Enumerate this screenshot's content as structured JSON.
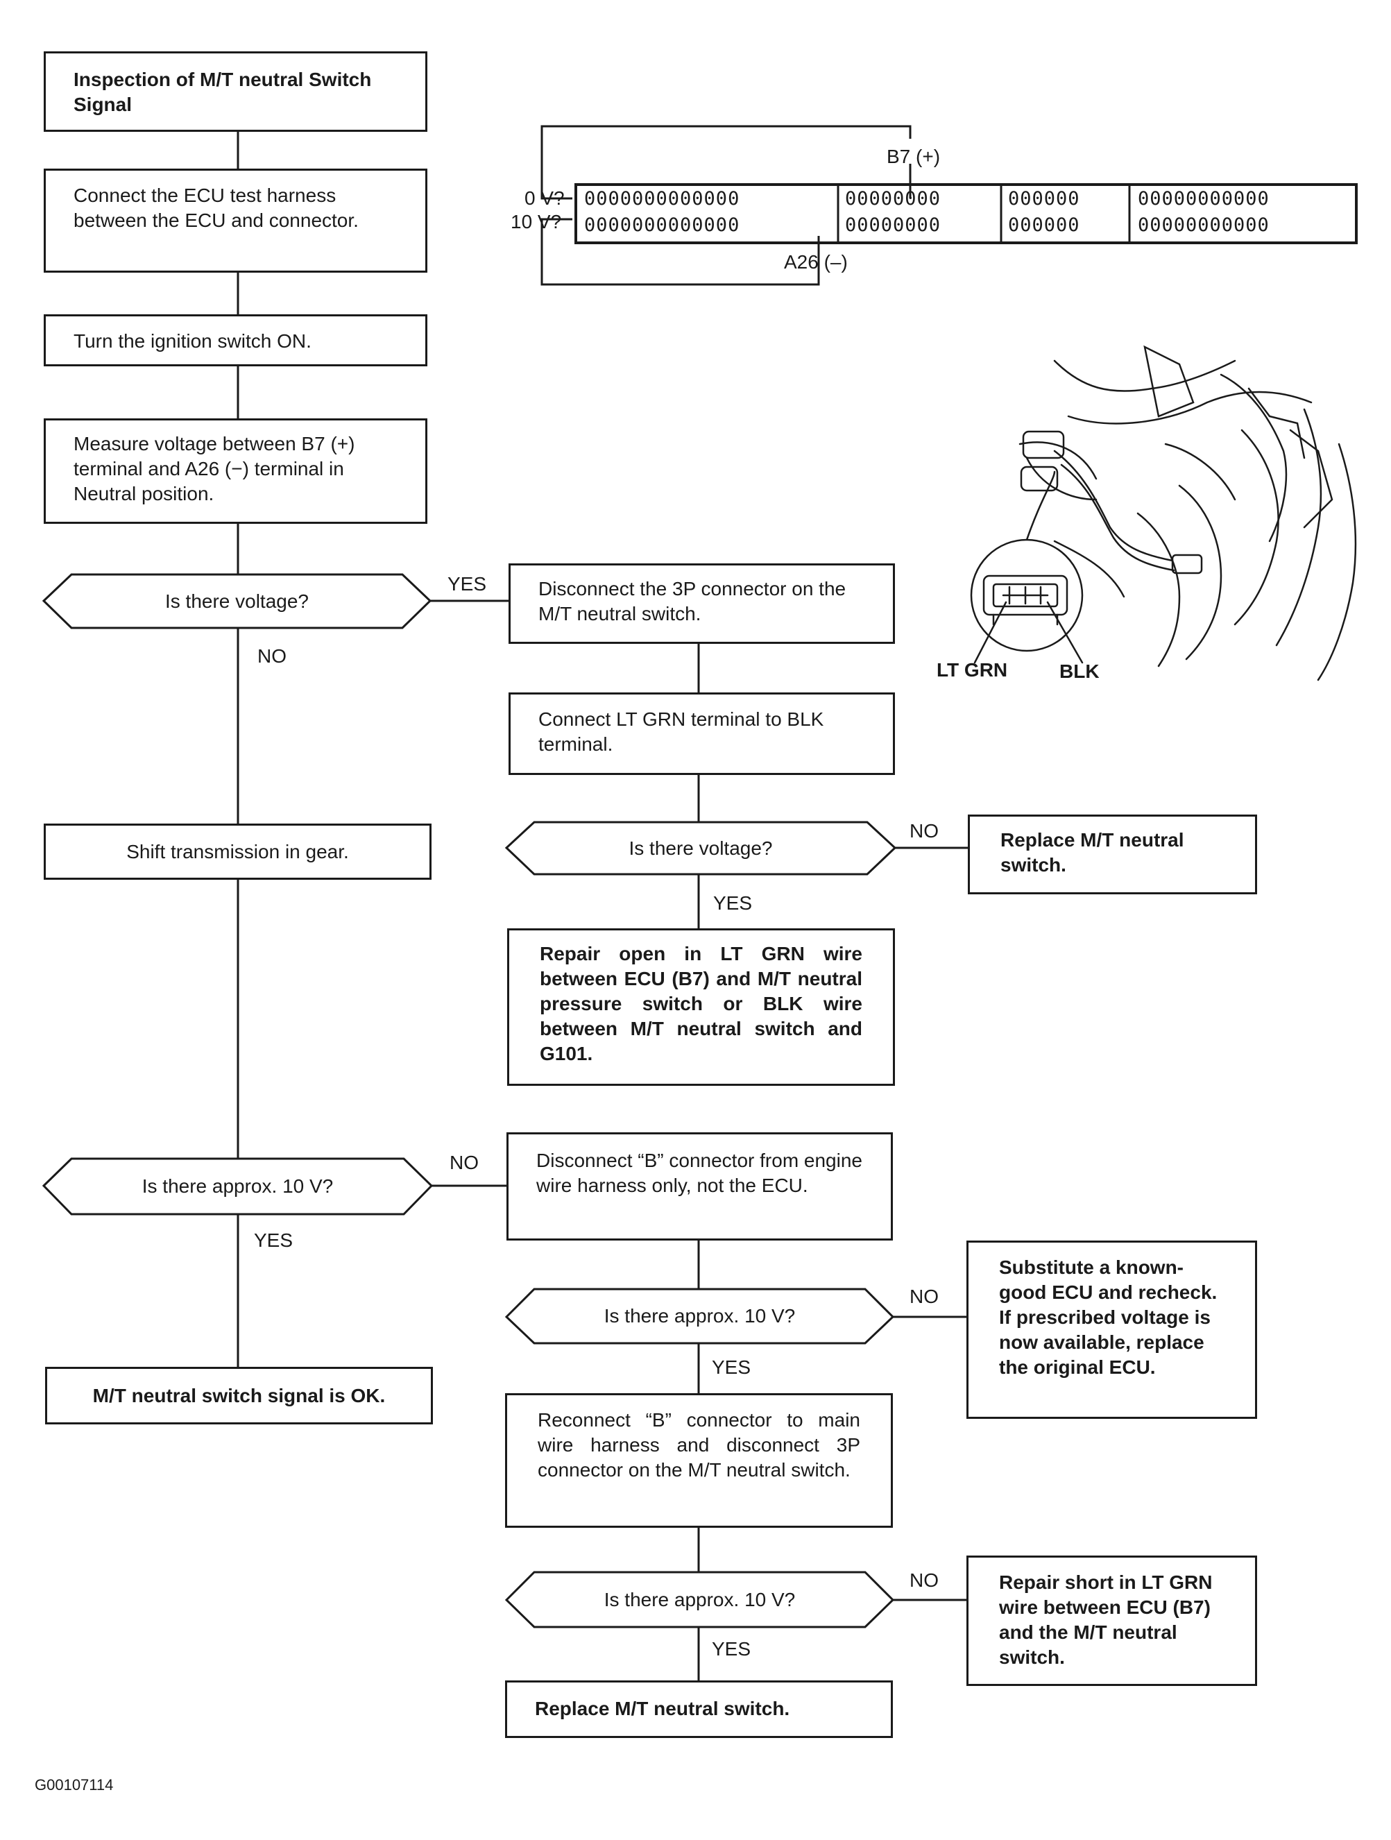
{
  "flowchart": {
    "start": "Inspection of M/T neutral Switch Signal",
    "step_connect_harness": "Connect the ECU test harness between the ECU and connector.",
    "step_ignition_on": "Turn the ignition switch ON.",
    "step_measure": "Measure voltage between B7 (+) terminal and A26 (−) terminal in Neutral position.",
    "decision_voltage": "Is there voltage?",
    "step_disconnect_3p": "Disconnect the 3P connector on the M/T neutral switch.",
    "step_connect_ltgrn": "Connect LT GRN terminal to BLK terminal.",
    "step_shift": "Shift transmission in gear.",
    "decision_voltage_2": "Is there voltage?",
    "result_replace_switch_1": "Replace M/T neutral switch.",
    "result_repair_open": "Repair open in LT GRN wire between ECU (B7) and M/T neutral pressure switch or BLK wire between M/T neutral switch and G101.",
    "decision_10v_1": "Is there approx. 10 V?",
    "step_disconnect_b": "Disconnect “B” connector from engine wire harness only, not the ECU.",
    "result_ok": "M/T neutral switch signal is OK.",
    "decision_10v_2": "Is there approx. 10 V?",
    "result_substitute_ecu": "Substitute a known-good ECU and recheck. If prescribed voltage is now available, replace the original ECU.",
    "step_reconnect_b": "Reconnect “B” connector to main wire harness and disconnect 3P connector on the M/T neutral switch.",
    "decision_10v_3": "Is there approx. 10 V?",
    "result_repair_short": "Repair short in LT GRN wire between ECU (B7) and the M/T neutral switch.",
    "result_replace_switch_2": "Replace M/T neutral switch."
  },
  "labels": {
    "yes": "YES",
    "no": "NO"
  },
  "connector_diagram": {
    "b7_label": "B7 (+)",
    "a26_label": "A26 (–)",
    "v0_label": "0 V?",
    "v10_label": "10 V?",
    "pin_blocks": [
      [
        "0000000000000",
        "0000000000000"
      ],
      [
        "00000000",
        "00000000"
      ],
      [
        "000000",
        "000000"
      ],
      [
        "00000000000",
        "00000000000"
      ]
    ]
  },
  "switch_illustration": {
    "lt_grn_label": "LT GRN",
    "blk_label": "BLK"
  },
  "figure_code": "G00107114"
}
